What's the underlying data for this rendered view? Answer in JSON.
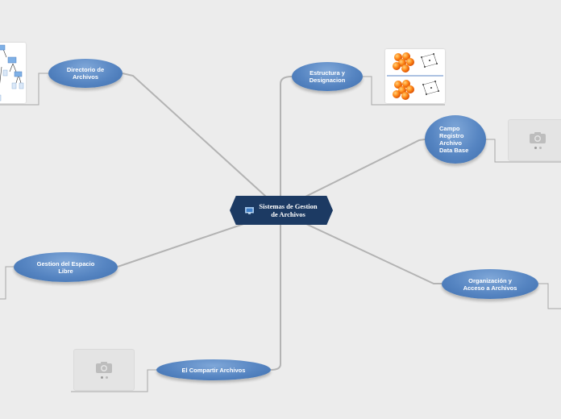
{
  "central": {
    "title": "Sistemas de Gestion\nde Archivos",
    "icon": "monitor-icon"
  },
  "topics": {
    "directorio": "Directorio de\nArchivos",
    "estructura": "Estructura y\nDesignacion",
    "campo": "Campo\nRegistro\nArchivo\nData Base",
    "espacio": "Gestion del Espacio\nLibre",
    "organizacion": "Organización y\nAcceso a Archivos",
    "compartir": "El Compartir Archivos"
  },
  "icons": {
    "placeholder": "camera-icon",
    "directory_image": "folder-tree-icon",
    "structure_image": "molecule-lattice-icon"
  },
  "colors": {
    "background": "#ececec",
    "central": "#1c3a63",
    "topic": "#5685c2",
    "connector": "#b0b0b0"
  }
}
